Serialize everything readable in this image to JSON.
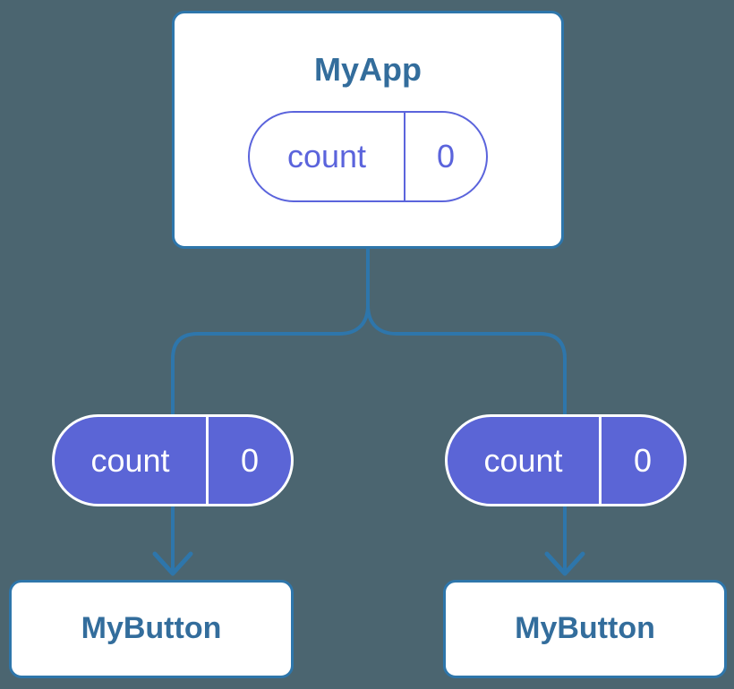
{
  "diagram": {
    "type": "component-state-tree",
    "background_color": "#4b6570",
    "colors": {
      "node_border_blue": "#2e76ab",
      "connector_blue": "#2e76ab",
      "title_text_blue": "#336d9c",
      "pill_fill_purple": "#5b65d6",
      "pill_outline_purple": "#5b64dc",
      "node_fill": "#ffffff",
      "pill_filled_text": "#ffffff"
    },
    "nodes": {
      "app": {
        "title": "MyApp",
        "state": {
          "name": "count",
          "value": "0"
        }
      },
      "left_prop_pill": {
        "name": "count",
        "value": "0"
      },
      "right_prop_pill": {
        "name": "count",
        "value": "0"
      },
      "left_button": {
        "title": "MyButton"
      },
      "right_button": {
        "title": "MyButton"
      }
    },
    "edges": [
      {
        "from": "app",
        "to": "left_button",
        "via": "left_prop_pill",
        "style": "forked-line-with-arrow"
      },
      {
        "from": "app",
        "to": "right_button",
        "via": "right_prop_pill",
        "style": "forked-line-with-arrow"
      }
    ]
  }
}
